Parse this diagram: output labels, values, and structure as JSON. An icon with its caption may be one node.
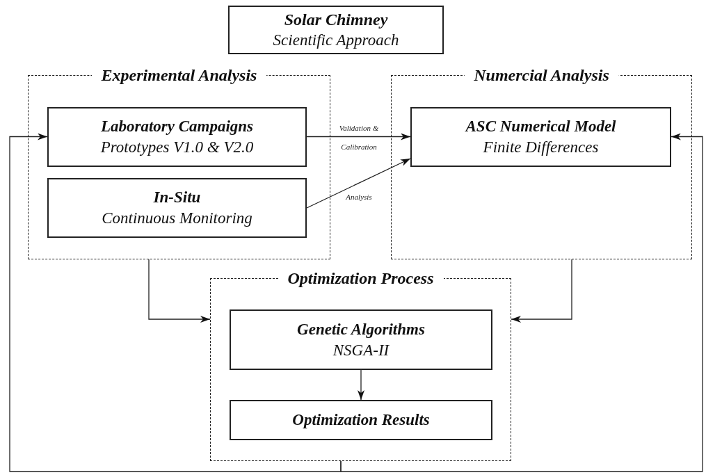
{
  "diagram": {
    "nodes": [
      {
        "text": [
          "Solar Chimney",
          "Scientific Approach"
        ]
      },
      {
        "text": [
          "Experimental Analysis"
        ]
      },
      {
        "text": [
          "Laboratory Campaigns",
          "Prototypes V1.0 & V2.0"
        ],
        "in": 1
      },
      {
        "text": [
          "In-Situ",
          "Continuous Monitoring"
        ],
        "in": 1
      },
      {
        "text": [
          "Numercial Analysis"
        ]
      },
      {
        "text": [
          "ASC Numerical Model",
          "Finite Differences"
        ],
        "in": 4
      },
      {
        "text": [
          "Optimization Process"
        ]
      },
      {
        "text": [
          "Genetic Algorithms",
          "NSGA-II"
        ],
        "in": 6
      },
      {
        "text": [
          "Optimization Results"
        ],
        "in": 6
      }
    ],
    "edges": [
      {
        "from": 2,
        "to": 5,
        "arrow": "to",
        "label": "Validation & Calibration"
      },
      {
        "from": 3,
        "to": 5,
        "arrow": "to",
        "label": "Analysis"
      },
      {
        "from": 1,
        "to": 6,
        "arrow": "to"
      },
      {
        "from": 4,
        "to": 6,
        "arrow": "to"
      },
      {
        "from": 7,
        "to": 8,
        "arrow": "to"
      },
      {
        "from": 6,
        "to": 2,
        "arrow": "to"
      },
      {
        "from": 6,
        "to": 5,
        "arrow": "to"
      }
    ]
  }
}
